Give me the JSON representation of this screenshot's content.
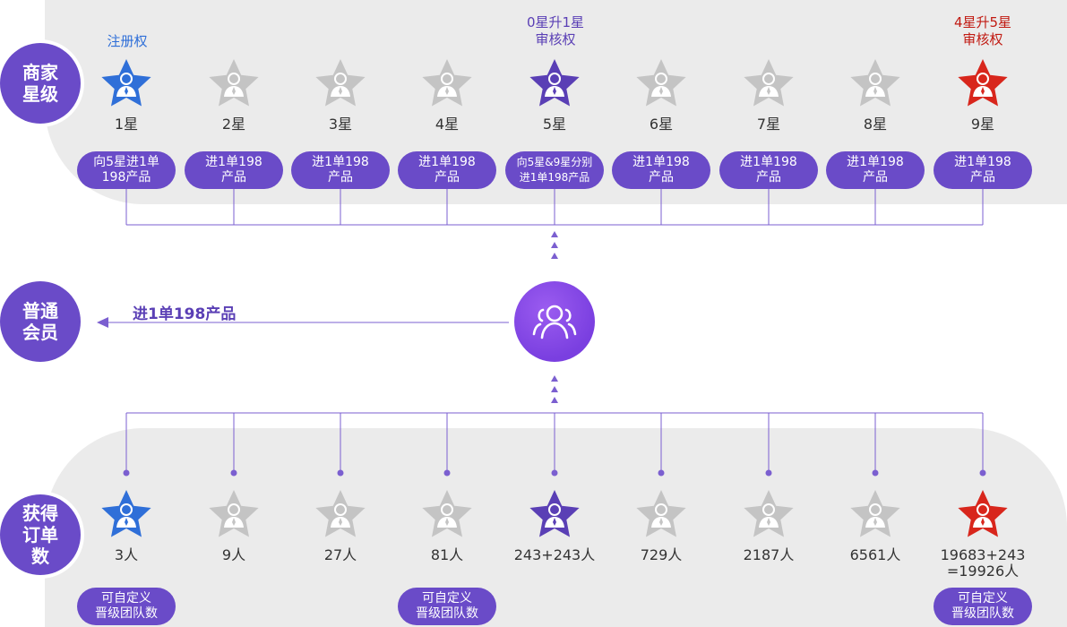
{
  "categories": {
    "merchant_level": "商家\n星级",
    "member": "普通\n会员",
    "orders": "获得\n订单数"
  },
  "top_headers": {
    "star1": "注册权",
    "star5": "0星升1星\n审核权",
    "star9": "4星升5星\n审核权"
  },
  "stars": [
    {
      "label": "1星",
      "pill": "向5星进1单\n198产品",
      "color": "blue"
    },
    {
      "label": "2星",
      "pill": "进1单198\n产品",
      "color": "gray"
    },
    {
      "label": "3星",
      "pill": "进1单198\n产品",
      "color": "gray"
    },
    {
      "label": "4星",
      "pill": "进1单198\n产品",
      "color": "gray"
    },
    {
      "label": "5星",
      "pill": "向5星&9星分别\n进1单198产品",
      "color": "purple"
    },
    {
      "label": "6星",
      "pill": "进1单198\n产品",
      "color": "gray"
    },
    {
      "label": "7星",
      "pill": "进1单198\n产品",
      "color": "gray"
    },
    {
      "label": "8星",
      "pill": "进1单198\n产品",
      "color": "gray"
    },
    {
      "label": "9星",
      "pill": "进1单198\n产品",
      "color": "red"
    }
  ],
  "member_action": "进1单198产品",
  "orders": [
    {
      "label": "3人",
      "color": "blue"
    },
    {
      "label": "9人",
      "color": "gray"
    },
    {
      "label": "27人",
      "color": "gray"
    },
    {
      "label": "81人",
      "color": "gray"
    },
    {
      "label": "243+243人",
      "color": "purple"
    },
    {
      "label": "729人",
      "color": "gray"
    },
    {
      "label": "2187人",
      "color": "gray"
    },
    {
      "label": "6561人",
      "color": "gray"
    },
    {
      "label": "19683+243\n=19926人",
      "color": "red"
    }
  ],
  "bottom_pills": [
    {
      "slot": 0,
      "text": "可自定义\n晋级团队数"
    },
    {
      "slot": 3,
      "text": "可自定义\n晋级团队数"
    },
    {
      "slot": 8,
      "text": "可自定义\n晋级团队数"
    }
  ],
  "colors": {
    "blue": "#2f6fd8",
    "gray": "#c4c4c4",
    "purple": "#5a3fb5",
    "red": "#d8261c",
    "pill": "#6a4bc8",
    "line": "#7b5fd0"
  }
}
